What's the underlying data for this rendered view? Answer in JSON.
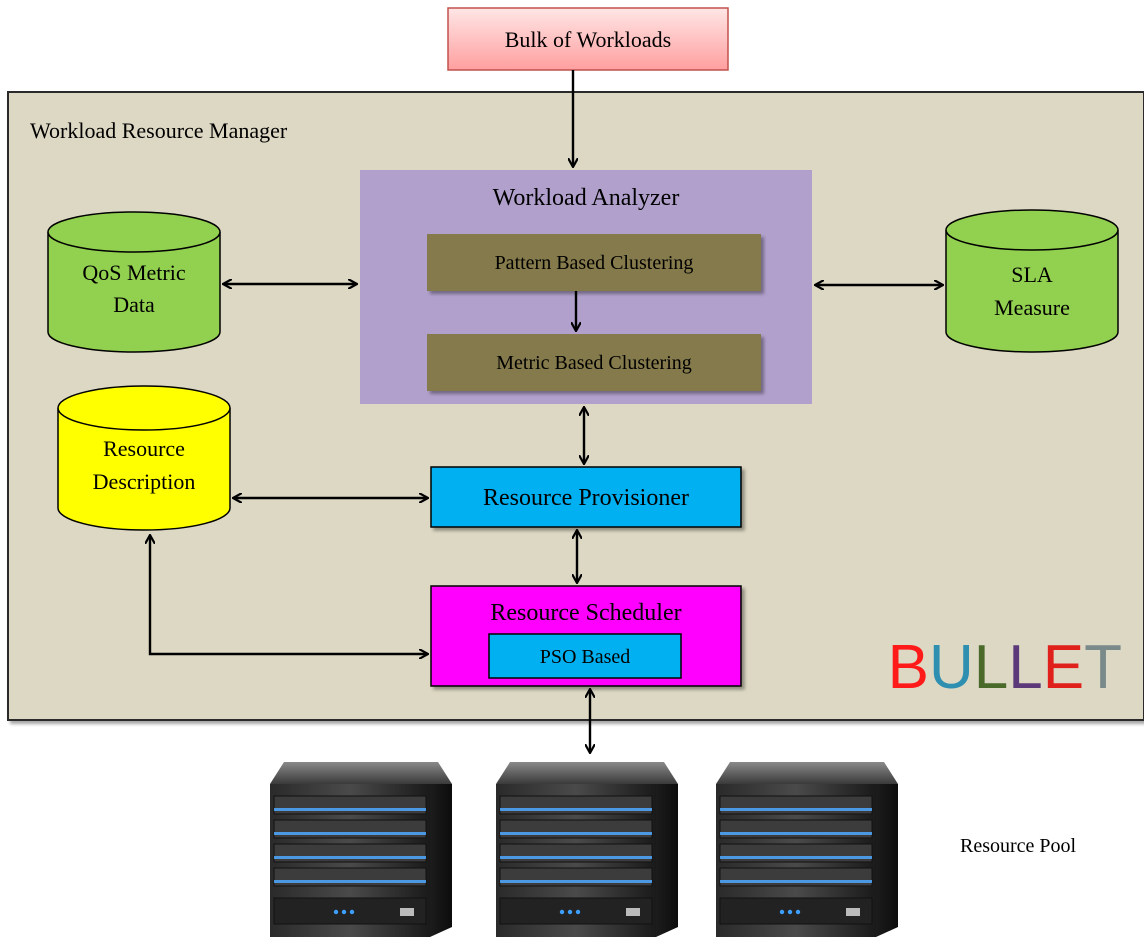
{
  "bulk_workloads": "Bulk of Workloads",
  "manager_title": "Workload Resource Manager",
  "analyzer": {
    "title": "Workload Analyzer",
    "pattern_clustering": "Pattern Based Clustering",
    "metric_clustering": "Metric Based Clustering"
  },
  "qos_db": {
    "line1": "QoS Metric",
    "line2": "Data"
  },
  "sla_db": {
    "line1": "SLA",
    "line2": "Measure"
  },
  "resource_desc_db": {
    "line1": "Resource",
    "line2": "Description"
  },
  "provisioner": "Resource Provisioner",
  "scheduler": {
    "title": "Resource Scheduler",
    "sub": "PSO Based"
  },
  "logo": {
    "letters": [
      "B",
      "U",
      "L",
      "L",
      "E",
      "T"
    ],
    "colors": [
      "#ff1a1a",
      "#2e8fb0",
      "#4a6a2a",
      "#5c3a7a",
      "#e0201a",
      "#7a8a8a"
    ]
  },
  "resource_pool": "Resource Pool",
  "colors": {
    "manager_bg": "#ddd8c4",
    "analyzer_bg": "#b1a0cc",
    "clustering_bg": "#857a4c",
    "db_green": "#92d050",
    "db_yellow": "#ffff00",
    "provisioner_bg": "#00b0f0",
    "scheduler_bg": "#ff00ff",
    "workloads_bg": "#ffc7c7"
  }
}
